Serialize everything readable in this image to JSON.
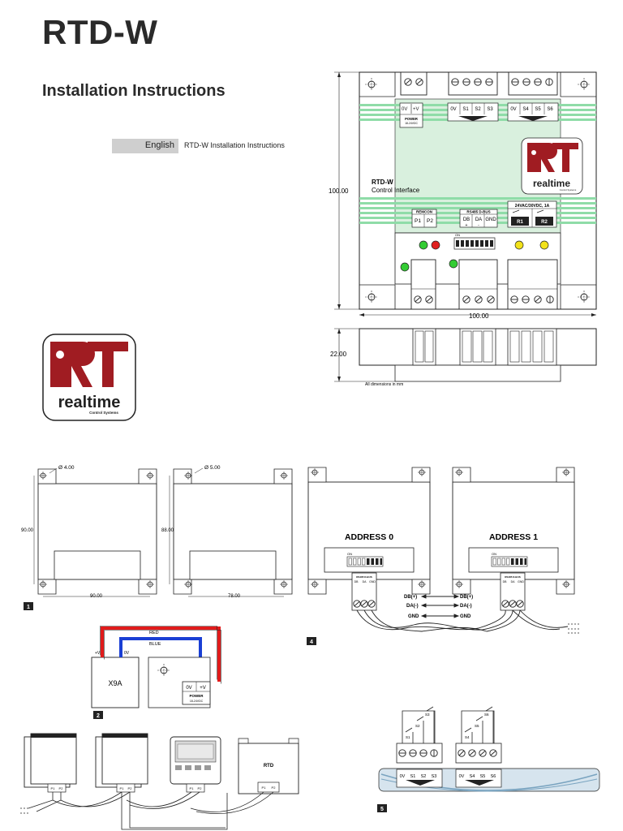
{
  "header": {
    "title": "RTD-W",
    "subtitle": "Installation Instructions",
    "language_label": "English",
    "language_description": "RTD-W Installation Instructions"
  },
  "logo": {
    "brand": "realtime",
    "tagline": "Control Systems",
    "letters": "RT",
    "colors": {
      "red": "#a01c22",
      "dark": "#222222"
    }
  },
  "device": {
    "name": "RTD-W",
    "description": "Control Interface",
    "power_block": {
      "title": "POWER",
      "rating": "18-24VDC",
      "terminals": [
        "0V",
        "+V"
      ]
    },
    "sensor_block_a": [
      "0V",
      "S1",
      "S2",
      "S3"
    ],
    "sensor_block_b": [
      "0V",
      "S4",
      "S5",
      "S6"
    ],
    "remcon_block": {
      "title": "REMCON",
      "terminals": [
        "P1",
        "P2"
      ]
    },
    "rs485_block": {
      "title": "RS485 D-BUS",
      "terminals": [
        "DB",
        "DA",
        "GND"
      ],
      "polarity": [
        "+",
        "-",
        ""
      ]
    },
    "relay_block": {
      "title": "24VAC/30VDC, 1A",
      "terminals": [
        "R1",
        "R2"
      ]
    },
    "dip_label": "ON",
    "dims": {
      "height": "100.00",
      "width": "100.00",
      "depth": "22.00",
      "note": "All dimensions in mm"
    },
    "accent_color": "#8fdca8",
    "body_color": "#d9f0de"
  },
  "fig1": {
    "number": "1",
    "left": {
      "hole": "Ø 4.00",
      "height": "90.00",
      "width": "90.00"
    },
    "right": {
      "hole": "Ø 5.00",
      "height": "88.00",
      "width": "78.00"
    }
  },
  "fig2": {
    "number": "2",
    "unit": "X9A",
    "wire_red": "RED",
    "wire_blue": "BLUE",
    "pos_label": "+V",
    "neg_label": "0V",
    "power_title": "POWER",
    "power_rating": "18-24VDC",
    "terminals": [
      "0V",
      "+V"
    ]
  },
  "fig4": {
    "number": "4",
    "address_0": "ADDRESS 0",
    "address_1": "ADDRESS 1",
    "dip_label": "ON",
    "bus_title": "RS485 D-BUS",
    "bus_terminals": [
      "DB",
      "DA",
      "GND"
    ],
    "wires": [
      {
        "left": "DB(+)",
        "right": "DB(+)"
      },
      {
        "left": "DA(-)",
        "right": "DA(-)"
      },
      {
        "left": "GND",
        "right": "GND"
      }
    ]
  },
  "fig3": {
    "rtd_label": "RTD",
    "terminals": [
      "P1",
      "P2"
    ]
  },
  "fig5": {
    "number": "5",
    "switches_a": [
      "S1",
      "S2",
      "S3"
    ],
    "switches_b": [
      "S4",
      "S5",
      "S6"
    ],
    "terminals_a": [
      "0V",
      "S1",
      "S2",
      "S3"
    ],
    "terminals_b": [
      "0V",
      "S4",
      "S5",
      "S6"
    ]
  }
}
